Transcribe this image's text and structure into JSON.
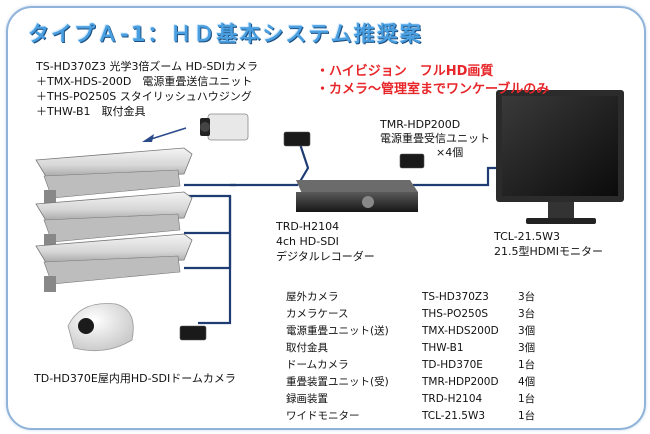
{
  "title": "タイプＡ-1：ＨＤ基本システム推奨案",
  "features": [
    "・ハイビジョン　フルHD画質",
    "・カメラ～管理室までワンケーブルのみ"
  ],
  "camera_kit": [
    "TS-HD370Z3 光学3倍ズーム HD-SDIカメラ",
    "＋TMX-HDS-200D　電源重畳送信ユニット",
    "＋THS-PO250S スタイリッシュハウジング",
    "＋THW-B1　取付金具"
  ],
  "receiver": [
    "TMR-HDP200D",
    "電源重畳受信ユニット",
    "×4個"
  ],
  "recorder": [
    "TRD-H2104",
    "4ch HD-SDI",
    "デジタルレコーダー"
  ],
  "monitor": [
    "TCL-21.5W3",
    "21.5型HDMIモニター"
  ],
  "dome_label": "TD-HD370E屋内用HD-SDIドームカメラ",
  "spec": [
    {
      "name": "屋外カメラ",
      "model": "TS-HD370Z3",
      "qty": "3台"
    },
    {
      "name": "カメラケース",
      "model": "THS-PO250S",
      "qty": "3台"
    },
    {
      "name": "電源重畳ユニット(送)",
      "model": "TMX-HDS200D",
      "qty": "3個"
    },
    {
      "name": "取付金具",
      "model": "THW-B1",
      "qty": "3個"
    },
    {
      "name": "ドームカメラ",
      "model": "TD-HD370E",
      "qty": "1台"
    },
    {
      "name": "重畳装置ユニット(受)",
      "model": "TMR-HDP200D",
      "qty": "4個"
    },
    {
      "name": "録画装置",
      "model": "TRD-H2104",
      "qty": "1台"
    },
    {
      "name": "ワイドモニター",
      "model": "TCL-21.5W3",
      "qty": "1台"
    }
  ]
}
